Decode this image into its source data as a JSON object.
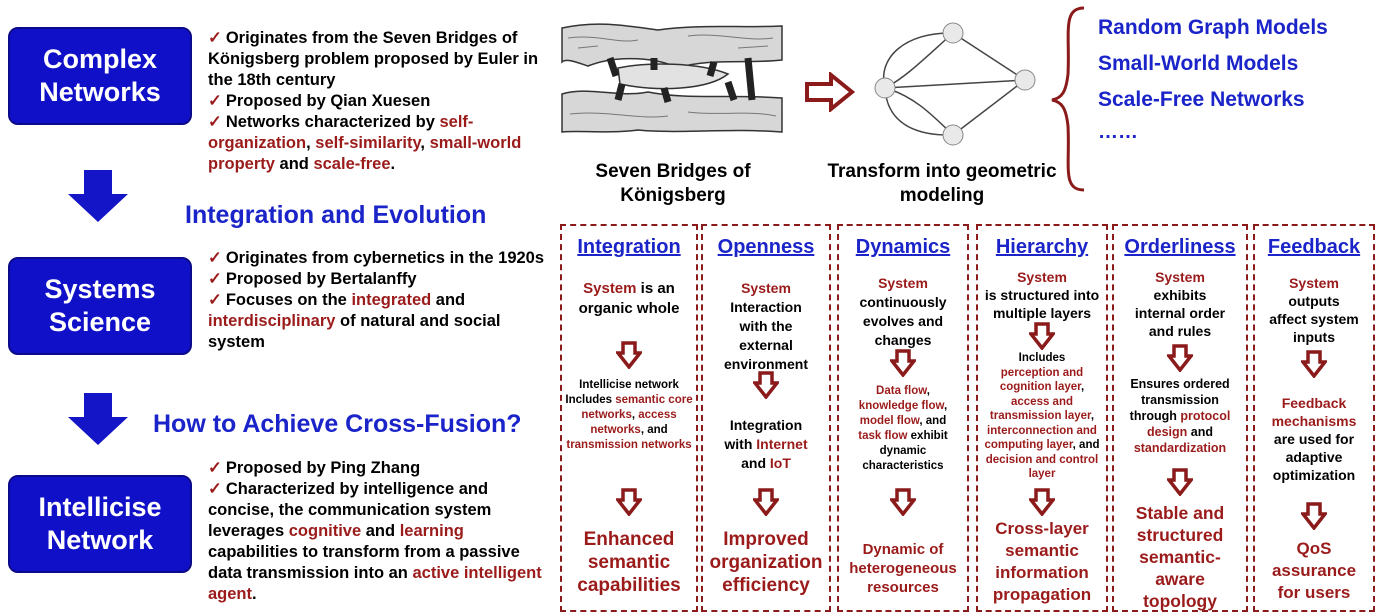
{
  "left": {
    "complex": {
      "title": "Complex\nNetworks",
      "b1": "Originates from the Seven Bridges of Königsberg problem proposed by Euler in the 18th century",
      "b2": "Proposed by Qian Xuesen",
      "b3a": "Networks characterized by ",
      "b3b": "self-organization",
      "b3c": ", ",
      "b3d": "self-similarity",
      "b3e": ", ",
      "b3f": "small-world property",
      "b3g": " and ",
      "b3h": "scale-free",
      "b3i": "."
    },
    "integration_label": "Integration and Evolution",
    "systems": {
      "title": "Systems\nScience",
      "b1": "Originates from cybernetics in the 1920s",
      "b2": "Proposed by Bertalanffy",
      "b3a": "Focuses on the ",
      "b3b": "integrated",
      "b3c": " and ",
      "b3d": "interdisciplinary",
      "b3e": " of natural and social system"
    },
    "fusion_label": "How to Achieve Cross-Fusion?",
    "intellicise": {
      "title": "Intellicise\nNetwork",
      "b1": "Proposed by Ping Zhang",
      "b2a": "Characterized by intelligence and concise, the communication system leverages ",
      "b2b": "cognitive",
      "b2c": " and ",
      "b2d": "learning",
      "b2e": " capabilities to transform from a passive data transmission into an ",
      "b2f": "active intelligent agent",
      "b2g": "."
    }
  },
  "top": {
    "caption_bridges": "Seven Bridges of\nKönigsberg",
    "caption_transform": "Transform into geometric\nmodeling",
    "models": [
      "Random Graph Models",
      "Small-World Models",
      "Scale-Free Networks",
      "……"
    ]
  },
  "columns": [
    {
      "title": "Integration",
      "t1a": "System",
      "t1b": " is an\norganic whole",
      "t2": "Intellicise network\nIncludes ",
      "t2r1": "semantic core networks",
      "t2m": ", ",
      "t2r2": "access networks",
      "t2m2": ", and ",
      "t2r3": "transmission networks",
      "result": "Enhanced\nsemantic\ncapabilities"
    },
    {
      "title": "Openness",
      "t1a": "System",
      "t1b": "Interaction\nwith the\nexternal\nenvironment",
      "t2a": "Integration\nwith ",
      "t2r1": "Internet",
      "t2m": "\nand ",
      "t2r2": "IoT",
      "result": "Improved\norganization\nefficiency"
    },
    {
      "title": "Dynamics",
      "t1a": "System",
      "t1b": "continuously\nevolves and\nchanges",
      "t2r1": "Data flow",
      "t2m1": ",\n",
      "t2r2": "knowledge flow",
      "t2m2": ",\n",
      "t2r3": "model flow",
      "t2m3": ", and\n",
      "t2r4": "task flow",
      "t2m4": " exhibit\ndynamic\ncharacteristics",
      "result": "Dynamic of\nheterogeneous\nresources"
    },
    {
      "title": "Hierarchy",
      "t1a": "System",
      "t1b": "is structured into\nmultiple layers",
      "t2a": "Includes\n",
      "t2r1": "perception and cognition layer",
      "t2m1": ",\n",
      "t2r2": "access and transmission layer",
      "t2m2": ",\n",
      "t2r3": "interconnection and computing layer",
      "t2m3": ", and ",
      "t2r4": "decision and control layer",
      "result": "Cross-layer\nsemantic\ninformation\npropagation"
    },
    {
      "title": "Orderliness",
      "t1a": "System",
      "t1b": "exhibits\ninternal order\nand rules",
      "t2a": "Ensures ordered\ntransmission\nthrough ",
      "t2r1": "protocol design",
      "t2m": " and\n",
      "t2r2": "standardization",
      "result": "Stable and\nstructured\nsemantic-\naware\ntopology"
    },
    {
      "title": "Feedback",
      "t1a": "System",
      "t1b": "outputs\naffect system\ninputs",
      "t2r1": "Feedback\nmechanisms",
      "t2m": "\nare used for\nadaptive\noptimization",
      "result": "QoS\nassurance\nfor users"
    }
  ],
  "colors": {
    "box_blue": "#1010c8",
    "title_blue": "#1a24c8",
    "accent_red": "#9b1b1b",
    "arrow_blue": "#1515c8"
  }
}
